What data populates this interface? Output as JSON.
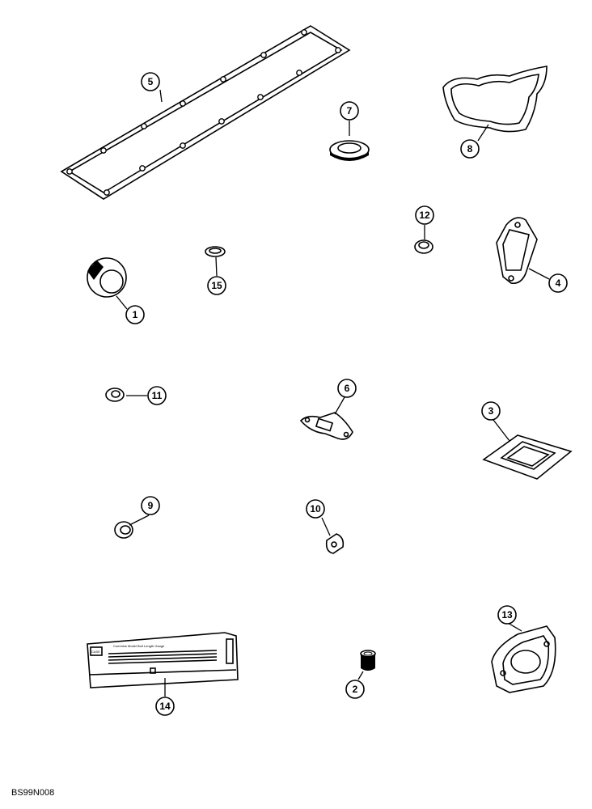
{
  "callouts": [
    {
      "id": "1",
      "label": "1"
    },
    {
      "id": "2",
      "label": "2"
    },
    {
      "id": "3",
      "label": "3"
    },
    {
      "id": "4",
      "label": "4"
    },
    {
      "id": "5",
      "label": "5"
    },
    {
      "id": "6",
      "label": "6"
    },
    {
      "id": "7",
      "label": "7"
    },
    {
      "id": "8",
      "label": "8"
    },
    {
      "id": "9",
      "label": "9"
    },
    {
      "id": "10",
      "label": "10"
    },
    {
      "id": "11",
      "label": "11"
    },
    {
      "id": "12",
      "label": "12"
    },
    {
      "id": "13",
      "label": "13"
    },
    {
      "id": "14",
      "label": "14"
    },
    {
      "id": "15",
      "label": "15"
    }
  ],
  "gauge_card": {
    "logo": "CASE",
    "title": "Cummins Model Bolt Length Gauge"
  },
  "drawing_code": "BS99N008"
}
